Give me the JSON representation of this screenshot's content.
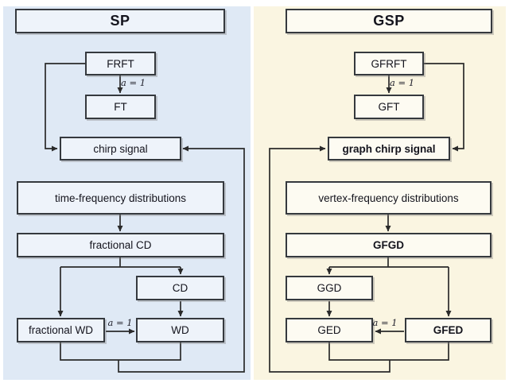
{
  "diagram": {
    "colors": {
      "sp_panel_bg": "#dfe9f5",
      "sp_box_bg": "#eef3fa",
      "gsp_panel_bg": "#faf5e1",
      "gsp_box_bg": "#fdfbf2",
      "box_border": "#35393e",
      "wire": "#2a2a2a",
      "text": "#14141d"
    },
    "sp": {
      "title": "SP",
      "nodes": {
        "frft": "FRFT",
        "ft": "FT",
        "chirp": "chirp signal",
        "tfd": "time-frequency distributions",
        "fractional_cd": "fractional CD",
        "cd": "CD",
        "fractional_wd": "fractional WD",
        "wd": "WD"
      },
      "edge_labels": {
        "frft_ft": "a = 1",
        "fwd_wd": "a = 1"
      }
    },
    "gsp": {
      "title": "GSP",
      "nodes": {
        "gfrft": "GFRFT",
        "gft": "GFT",
        "graph_chirp": "graph chirp signal",
        "vfd": "vertex-frequency distributions",
        "gfgd": "GFGD",
        "ggd": "GGD",
        "ged": "GED",
        "gfed": "GFED"
      },
      "edge_labels": {
        "gfrft_gft": "a = 1",
        "gfed_ged": "a = 1"
      }
    }
  }
}
